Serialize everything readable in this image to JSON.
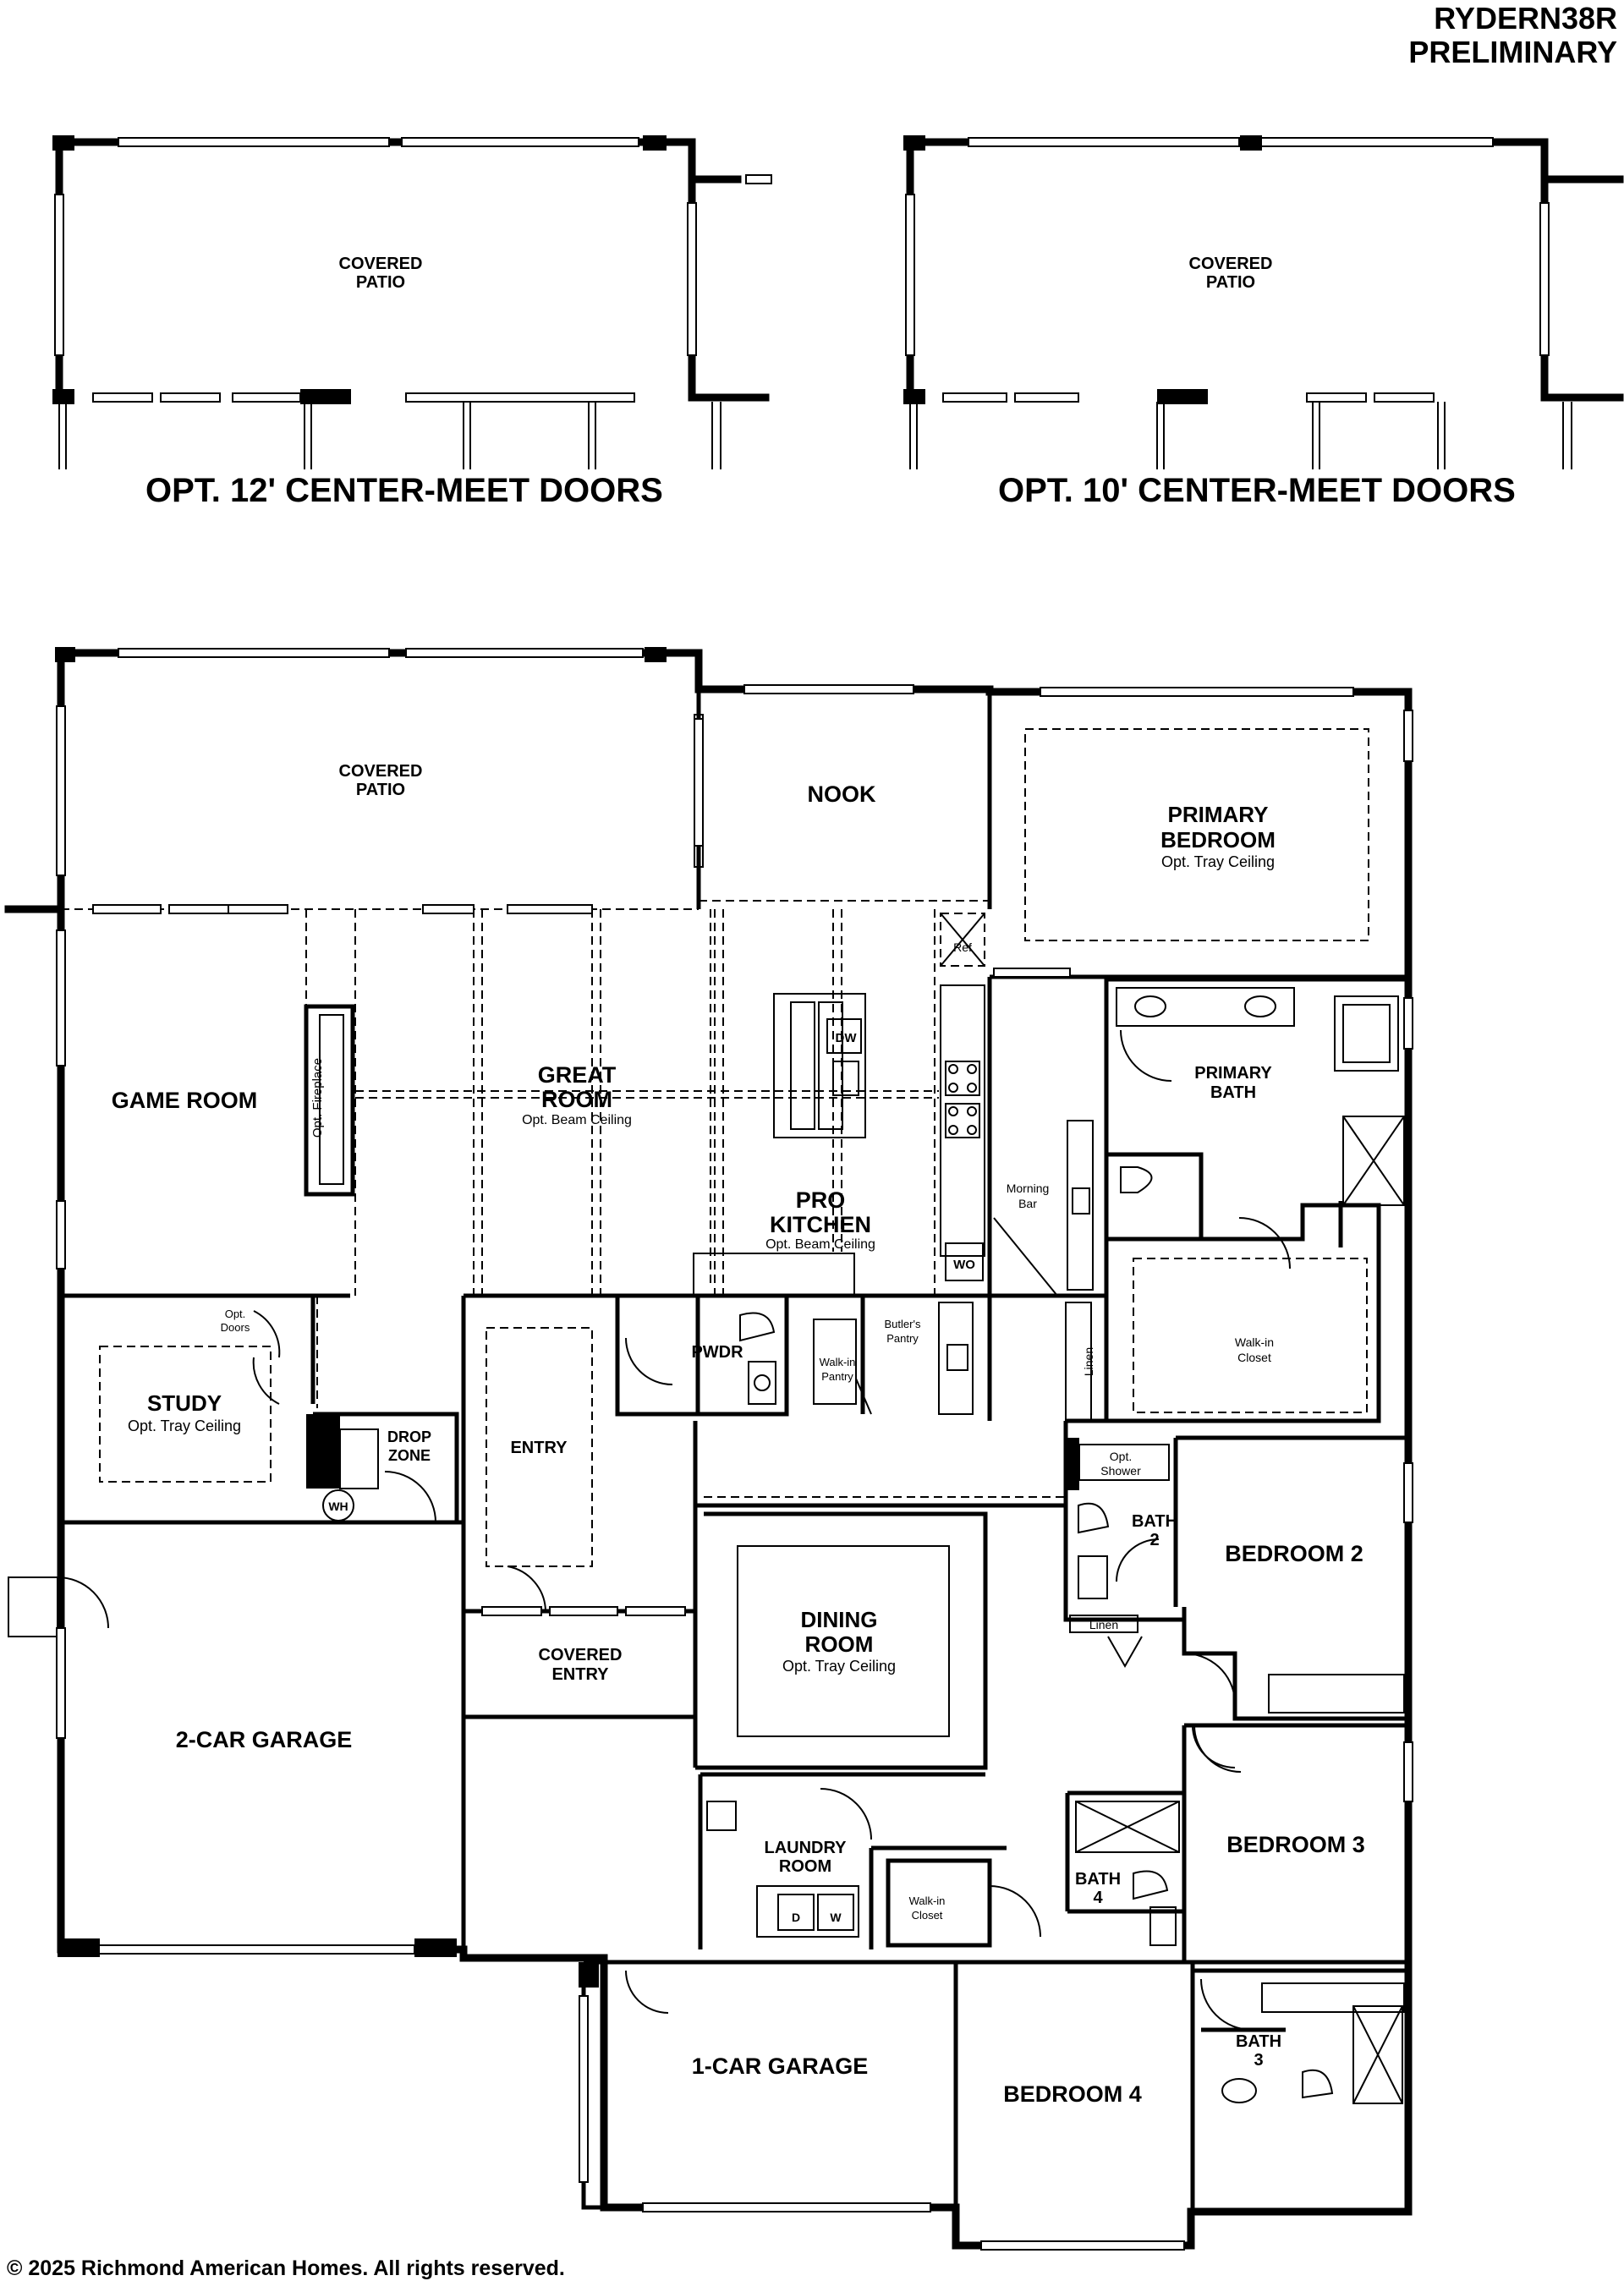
{
  "header": {
    "plan_code": "RYDERN38R",
    "status": "PRELIMINARY"
  },
  "options": {
    "opt_12": {
      "title": "OPT. 12' CENTER-MEET DOORS",
      "room": [
        "COVERED",
        "PATIO"
      ]
    },
    "opt_10": {
      "title": "OPT. 10' CENTER-MEET DOORS",
      "room": [
        "COVERED",
        "PATIO"
      ]
    }
  },
  "rooms": {
    "covered_patio": [
      "COVERED",
      "PATIO"
    ],
    "nook": "NOOK",
    "primary_bedroom": [
      "PRIMARY",
      "BEDROOM"
    ],
    "primary_bedroom_note": "Opt. Tray Ceiling",
    "game_room": "GAME ROOM",
    "opt_fireplace": "Opt. Fireplace",
    "great_room": [
      "GREAT",
      "ROOM"
    ],
    "great_room_note": "Opt. Beam Ceiling",
    "pro_kitchen": [
      "PRO",
      "KITCHEN"
    ],
    "pro_kitchen_note": "Opt. Beam Ceiling",
    "ref": "Ref",
    "dw": "DW",
    "wo": "WO",
    "morning_bar": [
      "Morning",
      "Bar"
    ],
    "primary_bath": [
      "PRIMARY",
      "BATH"
    ],
    "walkin_closet_primary": [
      "Walk-in",
      "Closet"
    ],
    "opt_doors": [
      "Opt.",
      "Doors"
    ],
    "study": "STUDY",
    "study_note": "Opt. Tray Ceiling",
    "pwdr": "PWDR",
    "walkin_pantry": [
      "Walk-in",
      "Pantry"
    ],
    "butlers_pantry": [
      "Butler's",
      "Pantry"
    ],
    "linen": "Linen",
    "drop_zone": [
      "DROP",
      "ZONE"
    ],
    "wh": "WH",
    "entry": "ENTRY",
    "opt_shower": [
      "Opt.",
      "Shower"
    ],
    "bath2": [
      "BATH",
      "2"
    ],
    "bedroom2": "BEDROOM 2",
    "dining_room": [
      "DINING",
      "ROOM"
    ],
    "dining_note": "Opt. Tray Ceiling",
    "covered_entry": [
      "COVERED",
      "ENTRY"
    ],
    "garage2": "2-CAR GARAGE",
    "linen2": "Linen",
    "laundry_room": [
      "LAUNDRY",
      "ROOM"
    ],
    "dryer": "D",
    "washer": "W",
    "walkin_closet": [
      "Walk-in",
      "Closet"
    ],
    "bath4": [
      "BATH",
      "4"
    ],
    "bedroom3": "BEDROOM 3",
    "garage1": "1-CAR GARAGE",
    "bedroom4": "BEDROOM 4",
    "bath3": [
      "BATH",
      "3"
    ]
  },
  "footer": {
    "copyright": "© 2025 Richmond American Homes. All rights reserved."
  }
}
